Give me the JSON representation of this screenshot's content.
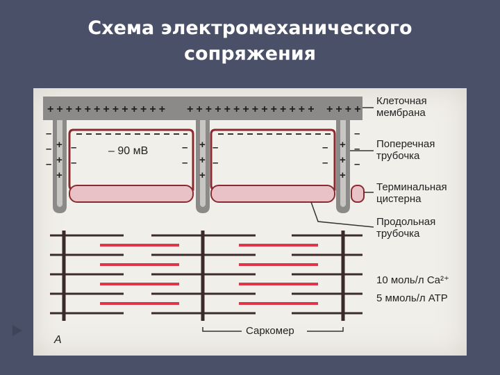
{
  "slide": {
    "title_line1": "Схема электромеханического",
    "title_line2": "сопряжения"
  },
  "diagram": {
    "labels": {
      "cell_membrane_1": "Клеточная",
      "cell_membrane_2": "мембрана",
      "t_tubule_1": "Поперечная",
      "t_tubule_2": "трубочка",
      "terminal_cistern_1": "Терминальная",
      "terminal_cistern_2": "цистерна",
      "longitudinal_tubule_1": "Продольная",
      "longitudinal_tubule_2": "трубочка",
      "calcium": "10 моль/л Ca²⁺",
      "atp": "5 ммоль/л АТР",
      "sarcomere": "Саркомер",
      "potential": "– 90 мВ",
      "panel_letter": "А"
    },
    "colors": {
      "membrane": "#8b8a88",
      "tubule": "#c8c6c2",
      "cistern_pink": "#e8c2c6",
      "thin_filament_red": "#e0344a",
      "filament_dark": "#3a2a2c"
    }
  }
}
